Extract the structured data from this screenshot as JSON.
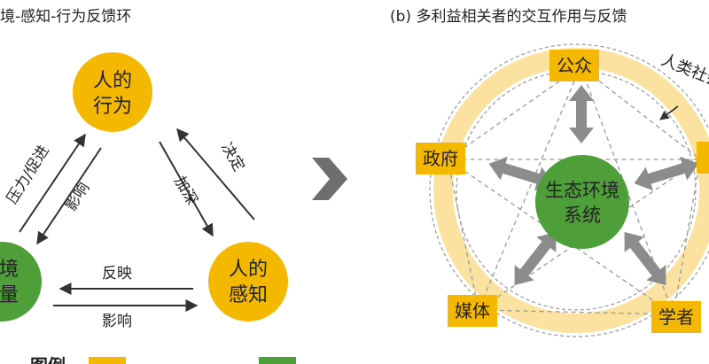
{
  "panel_a": {
    "title": "境-感知-行为反馈环",
    "node_behavior": [
      "人的",
      "行为"
    ],
    "node_perception": [
      "人的",
      "感知"
    ],
    "node_environment": [
      "境",
      "量"
    ],
    "labels": {
      "pressure": "压力/促进",
      "influence_left": "影响",
      "decide": "决定",
      "deepen": "加深",
      "reflect": "反映",
      "influence_bottom": "影响"
    }
  },
  "panel_b": {
    "title": "(b) 多利益相关者的交互作用与反馈",
    "center": [
      "生态环境",
      "系统"
    ],
    "stakeholders": {
      "public": "公众",
      "government": "政府",
      "media": "媒体",
      "scholar": "学者"
    },
    "ring_label": "人类社会"
  },
  "legend": {
    "title": "图例"
  },
  "colors": {
    "yellow": "#f5b800",
    "green": "#4e9e3a",
    "ring": "#fbe2a0",
    "arrow_gray": "#8c8c8c",
    "transition_arrow": "#6e6e6e"
  }
}
